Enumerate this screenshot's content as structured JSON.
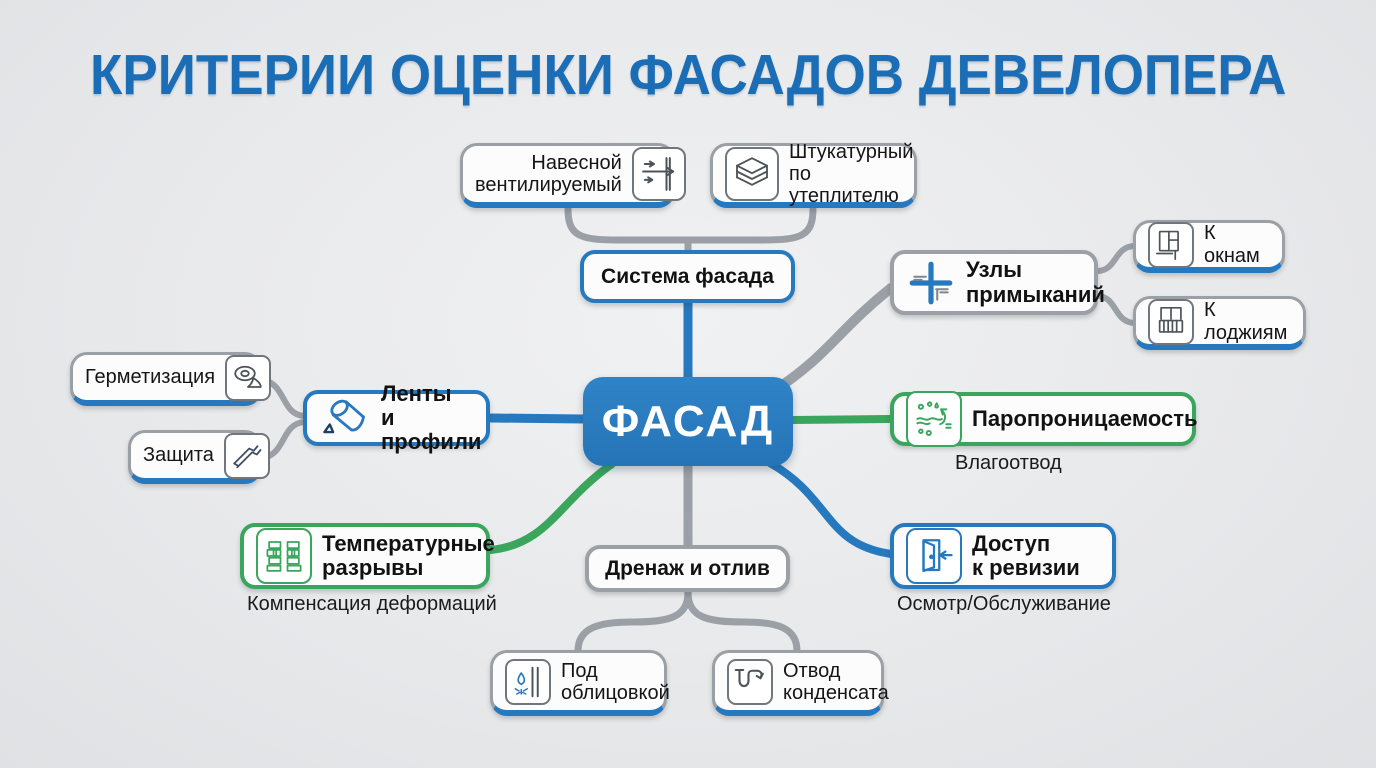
{
  "title": "КРИТЕРИИ ОЦЕНКИ ФАСАДОВ ДЕВЕЛОПЕРА",
  "colors": {
    "title": "#1b6db5",
    "blue": "#2679be",
    "green": "#3aa55c",
    "gray": "#9aa0a6"
  },
  "center": {
    "label": "ФАСАД"
  },
  "nodes": {
    "system": {
      "label": "Система фасада"
    },
    "hinged": {
      "line1": "Навесной",
      "line2": "вентилируемый",
      "icon": "airflow-icon"
    },
    "plaster": {
      "line1": "Штукатурный",
      "line2": "по утеплителю",
      "icon": "layers-icon"
    },
    "junctions": {
      "line1": "Узлы",
      "line2": "примыканий",
      "icon": "junction-icon"
    },
    "windows": {
      "label": "К окнам",
      "icon": "window-icon"
    },
    "loggias": {
      "label": "К лоджиям",
      "icon": "balcony-icon"
    },
    "vapor": {
      "label": "Паропроницаемость",
      "subtitle": "Влагоотвод",
      "icon": "vapor-icon"
    },
    "access": {
      "line1": "Доступ",
      "line2": "к ревизии",
      "subtitle": "Осмотр/Обслуживание",
      "icon": "door-icon"
    },
    "tapes": {
      "line1": "Ленты",
      "line2": "и профили",
      "icon": "tape-roll-icon"
    },
    "sealing": {
      "label": "Герметизация",
      "icon": "sealing-tape-icon"
    },
    "protection": {
      "label": "Защита",
      "icon": "profile-icon"
    },
    "thermal": {
      "line1": "Температурные",
      "line2": "разрывы",
      "subtitle": "Компенсация деформаций",
      "icon": "brick-gap-icon"
    },
    "drainage": {
      "label": "Дренаж и отлив"
    },
    "cladding": {
      "line1": "Под",
      "line2": "облицовкой",
      "icon": "drip-icon"
    },
    "condensate": {
      "line1": "Отвод",
      "line2": "конденсата",
      "icon": "pipe-trap-icon"
    }
  },
  "icons": [
    "airflow-icon",
    "layers-icon",
    "junction-icon",
    "window-icon",
    "balcony-icon",
    "vapor-icon",
    "door-icon",
    "tape-roll-icon",
    "sealing-tape-icon",
    "profile-icon",
    "brick-gap-icon",
    "drip-icon",
    "pipe-trap-icon"
  ]
}
